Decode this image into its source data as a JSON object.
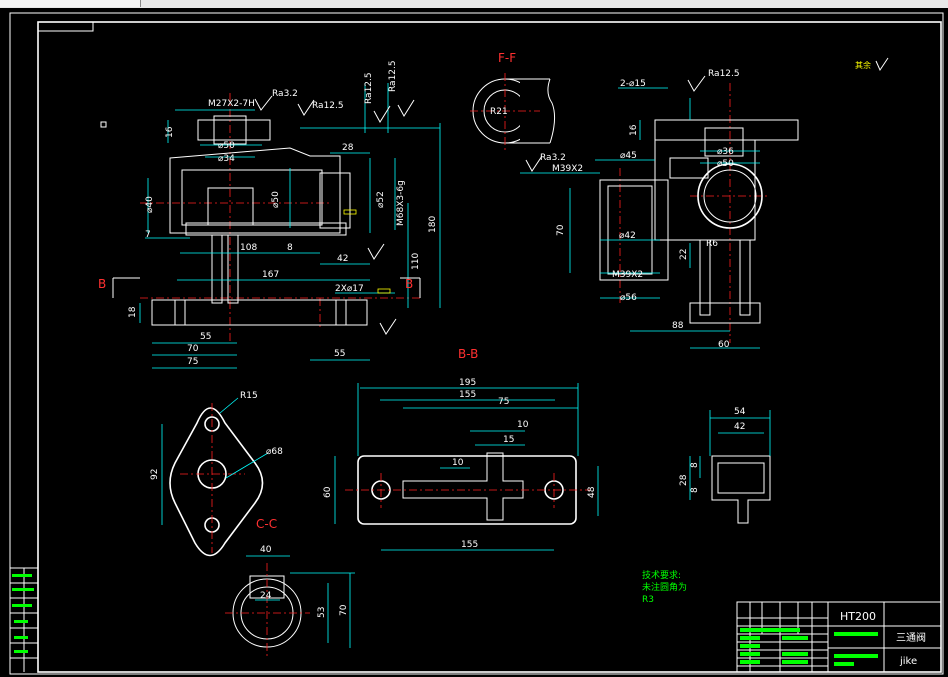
{
  "sheet": {
    "note_title": "技术要求:",
    "note_line1": "未注圆角为",
    "note_line2": "R3",
    "surface_note": "其余"
  },
  "title_block": {
    "material": "HT200",
    "part_name": "三通阀",
    "author": "jike"
  },
  "views": {
    "ff": "F-F",
    "bb": "B-B",
    "cc": "C-C",
    "b_left": "B",
    "b_right": "B"
  },
  "dims": {
    "thread1": "M27X2-7H",
    "ra32a": "Ra3.2",
    "ra125a": "Ra12.5",
    "ra125b": "Ra12.5",
    "ra125c": "Ra12.5",
    "d16a": "16",
    "d50": "⌀50",
    "d34": "⌀34",
    "d28": "28",
    "d40": "⌀40",
    "d50b": "⌀50",
    "d52": "⌀52",
    "thread2": "M68X3-6g",
    "d180": "180",
    "d110": "110",
    "d108": "108",
    "d8": "8",
    "d42": "42",
    "d167": "167",
    "d7": "7",
    "d18": "18",
    "d55a": "55",
    "d70a": "70",
    "d75a": "75",
    "d55b": "55",
    "d2x17": "2X⌀17",
    "r21": "R21",
    "d2x15": "2-⌀15",
    "ra125d": "Ra12.5",
    "d16b": "16",
    "d36": "⌀36",
    "d50c": "⌀50",
    "d45": "⌀45",
    "ra32b": "Ra3.2",
    "thread3": "M39X2",
    "d70b": "70",
    "d42b": "⌀42",
    "r6": "R6",
    "d22": "22",
    "thread4": "M39X2",
    "d56": "⌀56",
    "d88": "88",
    "d60": "60",
    "r15": "R15",
    "d68": "⌀68",
    "d92": "92",
    "d195": "195",
    "d155a": "155",
    "d75b": "75",
    "d10a": "10",
    "d15": "15",
    "d10b": "10",
    "d60b": "60",
    "d48": "48",
    "d155b": "155",
    "d54": "54",
    "d42c": "42",
    "d28b": "28",
    "d8a": "8",
    "d8b": "8",
    "d40b": "40",
    "d24": "24",
    "d53": "53",
    "d70c": "70"
  }
}
